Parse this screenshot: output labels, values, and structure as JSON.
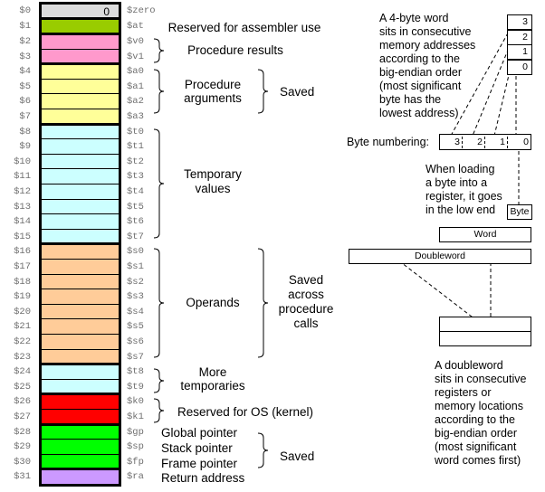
{
  "registers": [
    {
      "num": "$0",
      "name": "$zero",
      "value": "0",
      "color": "#dcdcdc"
    },
    {
      "num": "$1",
      "name": "$at",
      "value": "",
      "color": "#99cc00"
    },
    {
      "num": "$2",
      "name": "$v0",
      "value": "",
      "color": "#ff99cc"
    },
    {
      "num": "$3",
      "name": "$v1",
      "value": "",
      "color": "#ff99cc"
    },
    {
      "num": "$4",
      "name": "$a0",
      "value": "",
      "color": "#ffff99"
    },
    {
      "num": "$5",
      "name": "$a1",
      "value": "",
      "color": "#ffff99"
    },
    {
      "num": "$6",
      "name": "$a2",
      "value": "",
      "color": "#ffff99"
    },
    {
      "num": "$7",
      "name": "$a3",
      "value": "",
      "color": "#ffff99"
    },
    {
      "num": "$8",
      "name": "$t0",
      "value": "",
      "color": "#ccffff"
    },
    {
      "num": "$9",
      "name": "$t1",
      "value": "",
      "color": "#ccffff"
    },
    {
      "num": "$10",
      "name": "$t2",
      "value": "",
      "color": "#ccffff"
    },
    {
      "num": "$11",
      "name": "$t3",
      "value": "",
      "color": "#ccffff"
    },
    {
      "num": "$12",
      "name": "$t4",
      "value": "",
      "color": "#ccffff"
    },
    {
      "num": "$13",
      "name": "$t5",
      "value": "",
      "color": "#ccffff"
    },
    {
      "num": "$14",
      "name": "$t6",
      "value": "",
      "color": "#ccffff"
    },
    {
      "num": "$15",
      "name": "$t7",
      "value": "",
      "color": "#ccffff"
    },
    {
      "num": "$16",
      "name": "$s0",
      "value": "",
      "color": "#ffcc99"
    },
    {
      "num": "$17",
      "name": "$s1",
      "value": "",
      "color": "#ffcc99"
    },
    {
      "num": "$18",
      "name": "$s2",
      "value": "",
      "color": "#ffcc99"
    },
    {
      "num": "$19",
      "name": "$s3",
      "value": "",
      "color": "#ffcc99"
    },
    {
      "num": "$20",
      "name": "$s4",
      "value": "",
      "color": "#ffcc99"
    },
    {
      "num": "$21",
      "name": "$s5",
      "value": "",
      "color": "#ffcc99"
    },
    {
      "num": "$22",
      "name": "$s6",
      "value": "",
      "color": "#ffcc99"
    },
    {
      "num": "$23",
      "name": "$s7",
      "value": "",
      "color": "#ffcc99"
    },
    {
      "num": "$24",
      "name": "$t8",
      "value": "",
      "color": "#ccffff"
    },
    {
      "num": "$25",
      "name": "$t9",
      "value": "",
      "color": "#ccffff"
    },
    {
      "num": "$26",
      "name": "$k0",
      "value": "",
      "color": "#ff0000"
    },
    {
      "num": "$27",
      "name": "$k1",
      "value": "",
      "color": "#ff0000"
    },
    {
      "num": "$28",
      "name": "$gp",
      "value": "",
      "color": "#00ff00"
    },
    {
      "num": "$29",
      "name": "$sp",
      "value": "",
      "color": "#00ff00"
    },
    {
      "num": "$30",
      "name": "$fp",
      "value": "",
      "color": "#00ff00"
    },
    {
      "num": "$31",
      "name": "$ra",
      "value": "",
      "color": "#cc99ff"
    }
  ],
  "labels": {
    "assembler": "Reserved for assembler use",
    "proc_results": "Procedure results",
    "proc_args_1": "Procedure",
    "proc_args_2": "arguments",
    "saved_args": "Saved",
    "temp_1": "Temporary",
    "temp_2": "values",
    "operands": "Operands",
    "saved_across_1": "Saved",
    "saved_across_2": "across",
    "saved_across_3": "procedure",
    "saved_across_4": "calls",
    "more_temp_1": "More",
    "more_temp_2": "temporaries",
    "os_reserved": "Reserved for OS (kernel)",
    "global_pointer": "Global pointer",
    "stack_pointer": "Stack pointer",
    "frame_pointer": "Frame pointer",
    "return_address": "Return address",
    "saved_pointers": "Saved"
  },
  "right": {
    "word_note": [
      "A 4-byte word",
      "sits in consecutive",
      "memory addresses",
      "according to the",
      "big-endian order",
      "(most significant",
      "byte has the",
      "lowest address)"
    ],
    "memory_bytes": [
      "3",
      "2",
      "1",
      "0"
    ],
    "byte_numbering_label": "Byte numbering:",
    "byte_numbering": [
      "3",
      "2",
      "1",
      "0"
    ],
    "load_note": [
      "When loading",
      "a byte into a",
      "register, it goes",
      "in the low end"
    ],
    "byte_box": "Byte",
    "word_box": "Word",
    "doubleword_box": "Doubleword",
    "dword_note": [
      "A doubleword",
      "sits in consecutive",
      "registers or",
      "memory locations",
      "according to the",
      "big-endian order",
      "(most significant",
      "word comes first)"
    ]
  }
}
